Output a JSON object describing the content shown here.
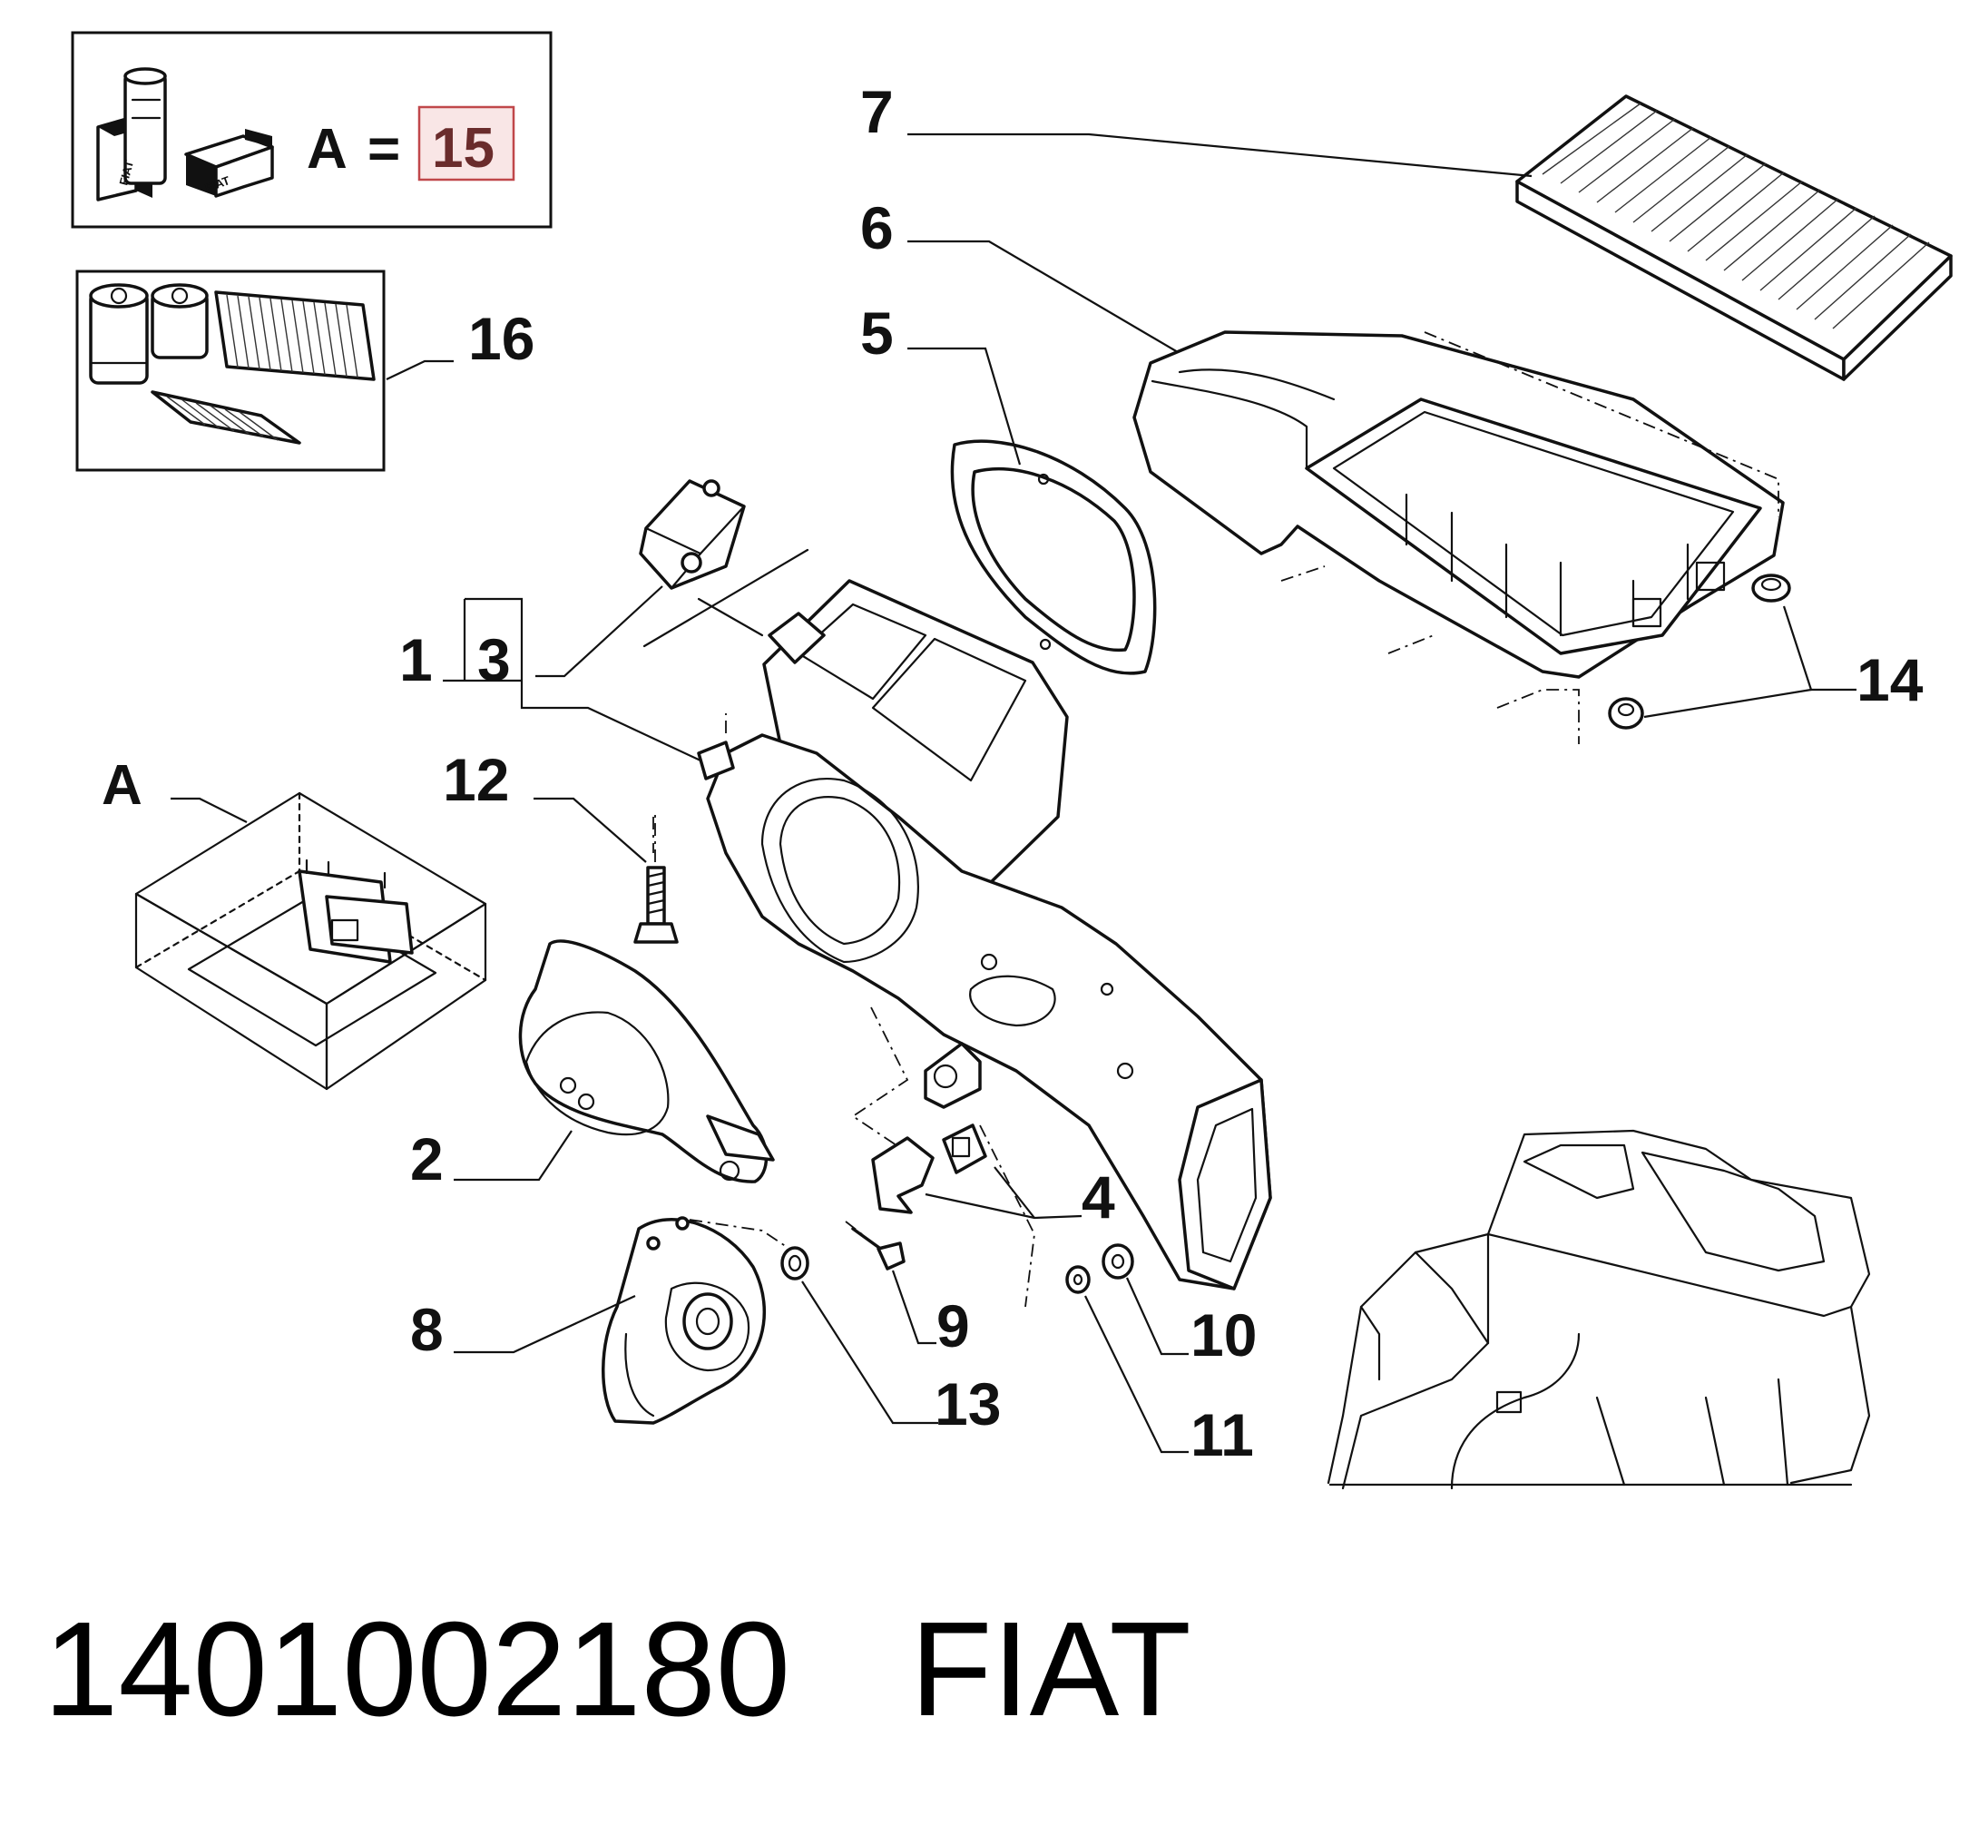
{
  "legend": {
    "kit_letter": "A",
    "equals_sign": "=",
    "kit_quantity": "15",
    "kit_box_label": "A",
    "icon_label": "FIAT"
  },
  "callouts": [
    "1",
    "2",
    "3",
    "4",
    "5",
    "6",
    "7",
    "8",
    "9",
    "10",
    "11",
    "12",
    "13",
    "14",
    "16"
  ],
  "caption": {
    "part_number": "1401002180",
    "brand": "FIAT"
  }
}
